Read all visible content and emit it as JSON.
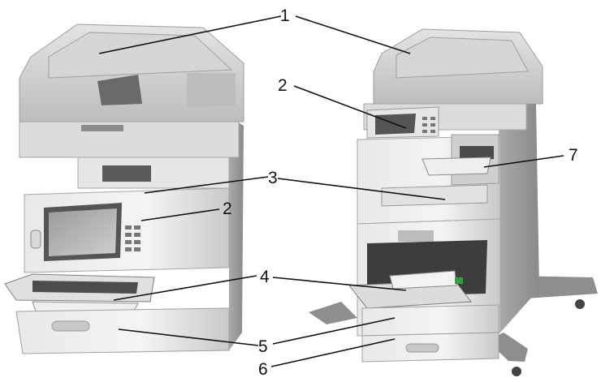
{
  "diagram": {
    "callouts": [
      {
        "id": "c1",
        "label": "1"
      },
      {
        "id": "c2a",
        "label": "2"
      },
      {
        "id": "c2b",
        "label": "2"
      },
      {
        "id": "c3",
        "label": "3"
      },
      {
        "id": "c4",
        "label": "4"
      },
      {
        "id": "c5",
        "label": "5"
      },
      {
        "id": "c6",
        "label": "6"
      },
      {
        "id": "c7",
        "label": "7"
      }
    ]
  }
}
